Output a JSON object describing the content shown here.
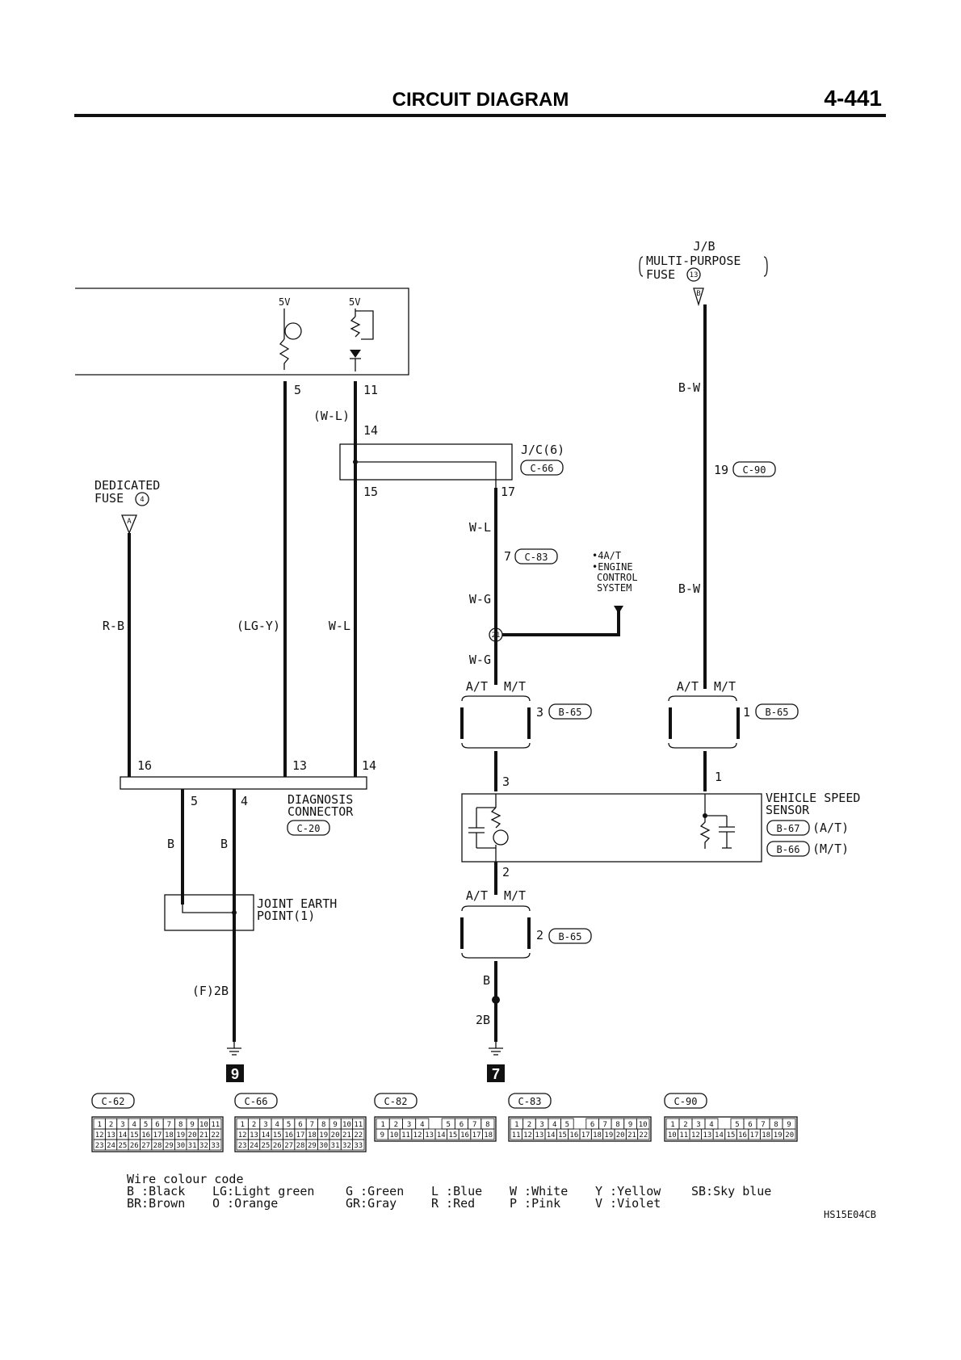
{
  "header": {
    "title": "CIRCUIT DIAGRAM",
    "page_number": "4-441"
  },
  "supplies": {
    "jb": [
      "J/B",
      "MULTI-PURPOSE",
      "FUSE",
      "13",
      "B"
    ],
    "dedicated": [
      "DEDICATED",
      "FUSE",
      "4",
      "A"
    ],
    "voltage": "5V"
  },
  "wires": {
    "bw": "B-W",
    "wl_paren": "(W-L)",
    "wl": "W-L",
    "wg": "W-G",
    "rb": "R-B",
    "lgy": "(LG-Y)",
    "b": "B",
    "f2b": "(F)2B",
    "twob": "2B",
    "at": "A/T",
    "mt": "M/T"
  },
  "pins": [
    "5",
    "11",
    "14",
    "15",
    "17",
    "7",
    "19",
    "3",
    "1",
    "16",
    "13",
    "14",
    "5",
    "4",
    "3",
    "1",
    "2",
    "2"
  ],
  "connectors": {
    "c66": "C-66",
    "c83": "C-83",
    "c90": "C-90",
    "b65": "B-65",
    "b67": "B-67",
    "b66": "B-66",
    "c20": "C-20",
    "jc": "J/C(6)",
    "junction": "21"
  },
  "labels": {
    "engine_note": [
      "•4A/T",
      "•ENGINE",
      "CONTROL",
      "SYSTEM"
    ],
    "diagnosis": [
      "DIAGNOSIS",
      "CONNECTOR"
    ],
    "joint_earth": [
      "JOINT EARTH",
      "POINT(1)"
    ],
    "vss": [
      "VEHICLE SPEED",
      "SENSOR"
    ],
    "at_paren": "(A/T)",
    "mt_paren": "(M/T)",
    "ground_9": "9",
    "ground_7": "7"
  },
  "connector_views": [
    {
      "name": "C-62",
      "rows": [
        [
          "1",
          "2",
          "3",
          "4",
          "5",
          "6",
          "7",
          "8",
          "9",
          "10",
          "11"
        ],
        [
          "12",
          "13",
          "14",
          "15",
          "16",
          "17",
          "18",
          "19",
          "20",
          "21",
          "22"
        ],
        [
          "23",
          "24",
          "25",
          "26",
          "27",
          "28",
          "29",
          "30",
          "31",
          "32",
          "33"
        ]
      ]
    },
    {
      "name": "C-66",
      "rows": [
        [
          "1",
          "2",
          "3",
          "4",
          "5",
          "6",
          "7",
          "8",
          "9",
          "10",
          "11"
        ],
        [
          "12",
          "13",
          "14",
          "15",
          "16",
          "17",
          "18",
          "19",
          "20",
          "21",
          "22"
        ],
        [
          "23",
          "24",
          "25",
          "26",
          "27",
          "28",
          "29",
          "30",
          "31",
          "32",
          "33"
        ]
      ]
    },
    {
      "name": "C-82",
      "rows": [
        [
          "1",
          "2",
          "3",
          "4",
          "",
          "5",
          "6",
          "7",
          "8"
        ],
        [
          "9",
          "10",
          "11",
          "12",
          "13",
          "14",
          "15",
          "16",
          "17",
          "18"
        ]
      ]
    },
    {
      "name": "C-83",
      "rows": [
        [
          "1",
          "2",
          "3",
          "4",
          "5",
          "",
          "6",
          "7",
          "8",
          "9",
          "10"
        ],
        [
          "11",
          "12",
          "13",
          "14",
          "15",
          "16",
          "17",
          "18",
          "19",
          "20",
          "21",
          "22"
        ]
      ]
    },
    {
      "name": "C-90",
      "rows": [
        [
          "1",
          "2",
          "3",
          "4",
          "",
          "5",
          "6",
          "7",
          "8",
          "9"
        ],
        [
          "10",
          "11",
          "12",
          "13",
          "14",
          "15",
          "16",
          "17",
          "18",
          "19",
          "20"
        ]
      ]
    }
  ],
  "legend": {
    "title": "Wire colour code",
    "entries": [
      [
        "B :Black",
        "LG:Light green",
        "G :Green",
        "L :Blue",
        "W :White",
        "Y :Yellow",
        "SB:Sky blue"
      ],
      [
        "BR:Brown",
        "O :Orange",
        "GR:Gray",
        "R :Red",
        "P :Pink",
        "V :Violet"
      ]
    ]
  },
  "figure_code": "HS15E04CB"
}
